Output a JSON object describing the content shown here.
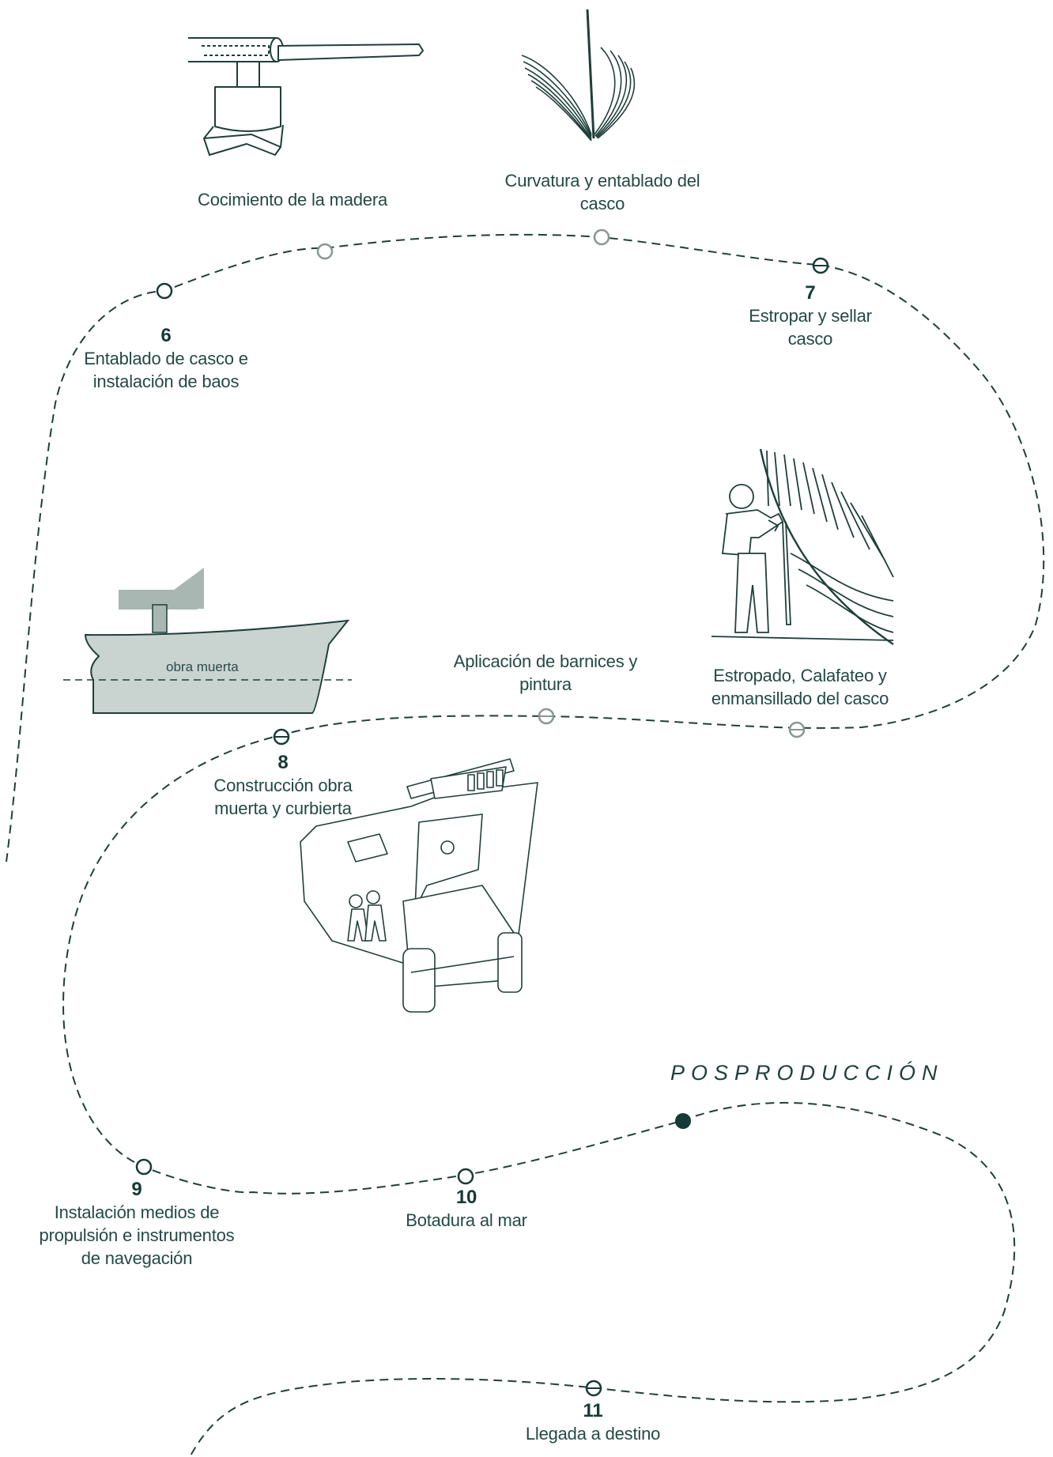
{
  "steps": [
    {
      "number": "",
      "text": "Cocimiento de la madera"
    },
    {
      "number": "",
      "text": "Curvatura y entablado del casco"
    },
    {
      "number": "6",
      "text": "Entablado de casco e instalación de baos"
    },
    {
      "number": "7",
      "text": "Estropar y sellar casco"
    },
    {
      "number": "",
      "text": "Aplicación de barnices y pintura"
    },
    {
      "number": "",
      "text": "Estropado, Calafateo y enmansillado del casco"
    },
    {
      "number": "8",
      "text": "Construcción obra muerta  y curbierta"
    },
    {
      "number": "9",
      "text": "Instalación medios de propulsión e instrumentos de navegación"
    },
    {
      "number": "10",
      "text": "Botadura al mar"
    },
    {
      "number": "11",
      "text": "Llegada a destino"
    }
  ],
  "phase_label": "POSPRODUCCIÓN",
  "boat_label": "obra muerta",
  "colors": {
    "line": "#1f3f3a",
    "hull_fill": "#c9d3d0",
    "cabin_fill": "#a9b7b3",
    "marker_grey": "#8a9693",
    "marker_dark": "#163a35"
  },
  "icons": [
    "steam-bending-icon",
    "hull-frames-icon",
    "caulker-worker-icon",
    "boat-hull-icon",
    "launch-vehicle-icon"
  ]
}
